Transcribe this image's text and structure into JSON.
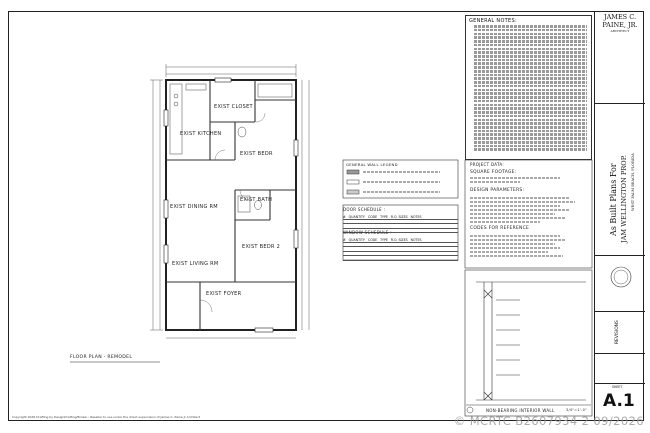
{
  "sheet": {
    "title_left": "FLOOR PLAN - REMODEL",
    "copyright": "Copyright 2026 Drafting by DesignDrafting/Broker : Reseller to use under the direct supervision of James C. Paine Jr Architect"
  },
  "rooms": {
    "bath": "EXIST BATH",
    "closet": "EXIST CLOSET",
    "kitchen": "EXIST KITCHEN",
    "bedr": "EXIST BEDR",
    "dining": "EXIST DINING RM",
    "living": "EXIST LIVING RM",
    "bedr2": "EXIST BEDR 2",
    "foyer": "EXIST FOYER"
  },
  "general_notes": {
    "title": "GENERAL NOTES:"
  },
  "general_wall_legend": {
    "title": "GENERAL WALL LEGEND"
  },
  "project_data": {
    "title": "PROJECT DATA:",
    "square_footage": "SQUARE FOOTAGE:",
    "design_parameters": "DESIGN PARAMETERS:",
    "codes": "CODES FOR REFERENCE"
  },
  "door_schedule": {
    "title": "DOOR SCHEDULE :",
    "headers": [
      "#",
      "QUANTITY",
      "CODE",
      "TYPE",
      "R.O. SIZES",
      "NOTES"
    ]
  },
  "window_schedule": {
    "title": "WINDOW SCHEDULE :",
    "headers": [
      "#",
      "QUANTITY",
      "CODE",
      "TYPE",
      "R.O. SIZES",
      "NOTES"
    ]
  },
  "wall_detail": {
    "title": "NON-BEARING INTERIOR WALL",
    "scale": "3/4\"=1'-0\""
  },
  "title_block": {
    "architect_name_1": "JAMES C.",
    "architect_name_2": "PAINE, JR.",
    "architect_role": "ARCHITECT",
    "project_line_1": "As Built Plans For",
    "project_line_2": "JAM WELLINGTON PROP.",
    "project_address": "WEST PALM BEACH, FLORIDA",
    "revisions": "REVISIONS",
    "sheet_label": "SHEET",
    "sheet_number": "A.1"
  },
  "watermark": "© MCRTC B2607934 2 09/2026"
}
